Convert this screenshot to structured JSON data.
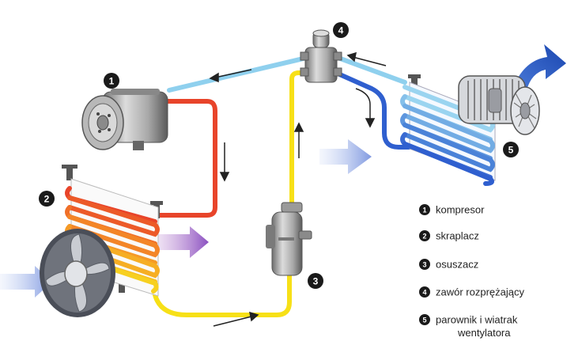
{
  "colors": {
    "hot_gas": "#e8442a",
    "hot_liquid": "#f5a623",
    "liquid": "#f7e017",
    "cold_low": "#8fd0ee",
    "cold_deep": "#2f5fcf",
    "air_in": "#8fa8e8",
    "air_hot": "#a070c8",
    "air_out": "#1e4fb8",
    "badge": "#1a1a1a",
    "arrow": "#222222"
  },
  "components": [
    {
      "number": "1",
      "name": "kompresor"
    },
    {
      "number": "2",
      "name": "skraplacz"
    },
    {
      "number": "3",
      "name": "osuszacz"
    },
    {
      "number": "4",
      "name": "zawór rozprężający"
    },
    {
      "number": "5",
      "name": "parownik i wiatrak",
      "name_line2": "wentylatora"
    }
  ]
}
